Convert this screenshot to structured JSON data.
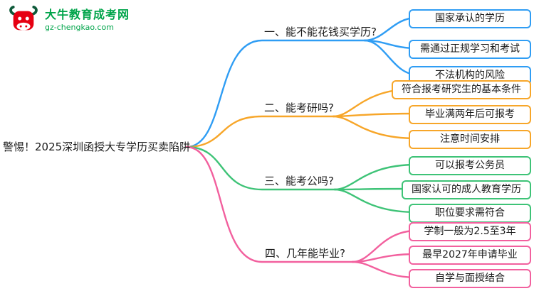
{
  "site": {
    "name": "大牛教育成考网",
    "url": "gz-chengkao.com",
    "brand_color": "#00a44a",
    "logo_icon": "bull-head",
    "logo_red": "#e60012"
  },
  "central_topic": "警惕！2025深圳函授大专学历买卖陷阱",
  "branches": [
    {
      "label": "一、能不能花钱买学历?",
      "color": "#2f9df4",
      "children": [
        "国家承认的学历",
        "需通过正规学习和考试",
        "不法机构的风险"
      ]
    },
    {
      "label": "二、能考研吗?",
      "color": "#f7a629",
      "children": [
        "符合报考研究生的基本条件",
        "毕业满两年后可报考",
        "注意时间安排"
      ]
    },
    {
      "label": "三、能考公吗?",
      "color": "#3ec377",
      "children": [
        "可以报考公务员",
        "国家认可的成人教育学历",
        "职位要求需符合"
      ]
    },
    {
      "label": "四、几年能毕业?",
      "color": "#f2609e",
      "children": [
        "学制一般为2.5至3年",
        "最早2027年申请毕业",
        "自学与面授结合"
      ]
    }
  ]
}
